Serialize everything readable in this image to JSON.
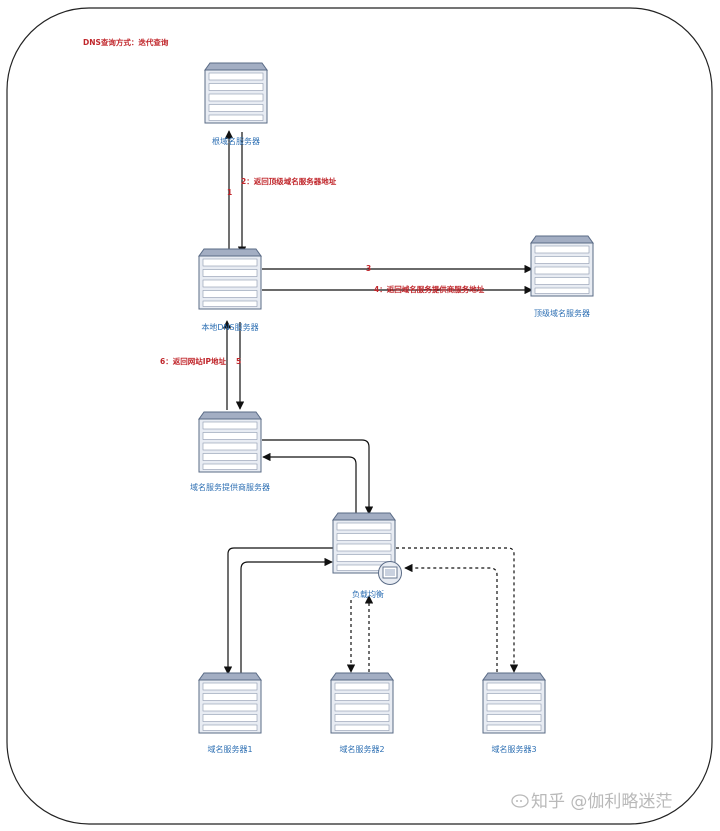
{
  "title": "DNS查询方式：迭代查询",
  "nodes": {
    "root": {
      "label": "根域名服务器"
    },
    "local": {
      "label": "本地DNS服务器"
    },
    "tld": {
      "label": "顶级域名服务器"
    },
    "provider": {
      "label": "域名服务提供商服务器"
    },
    "lb": {
      "label": "负载均衡"
    },
    "s1": {
      "label": "域名服务器1"
    },
    "s2": {
      "label": "域名服务器2"
    },
    "s3": {
      "label": "域名服务器3"
    }
  },
  "edges": {
    "e1": "1",
    "e2": "2：返回顶级域名服务器地址",
    "e3": "3",
    "e4": "4：返回域名服务提供商服务地址",
    "e5": "5",
    "e6": "6：返回网站IP地址"
  },
  "watermark": "知乎 @伽利略迷茫",
  "icons": {
    "server": "server-rack-icon",
    "load_balancer": "load-balancer-icon",
    "watermark_logo": "chat-bubble-logo-icon"
  },
  "colors": {
    "node_label": "#2d6fb3",
    "edge_label": "#c0262b",
    "server_body": "#e8ecf3",
    "server_outline": "#5a6b86"
  }
}
